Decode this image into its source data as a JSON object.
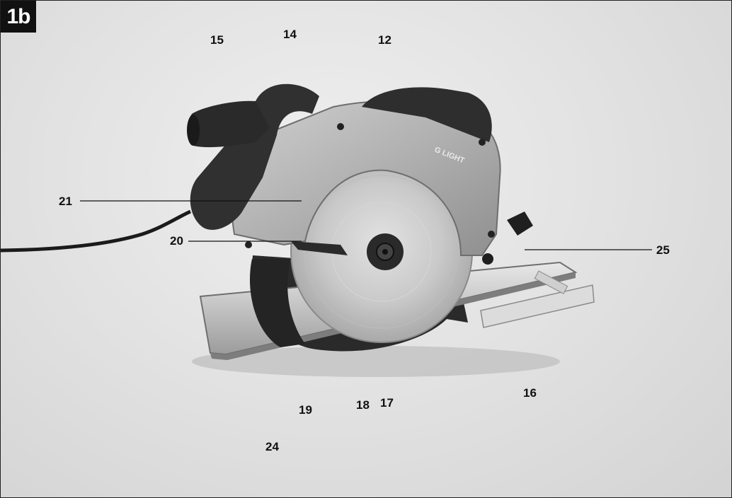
{
  "figure": {
    "badge": "1b",
    "brand_mark": "G LIGHT"
  },
  "callouts": {
    "c12": "12",
    "c14": "14",
    "c15": "15",
    "c16": "16",
    "c17": "17",
    "c18": "18",
    "c19": "19",
    "c20": "20",
    "c21": "21",
    "c24": "24",
    "c25": "25"
  },
  "colors": {
    "housing": "#b3b3b3",
    "blade": "#c8c8c8",
    "rubber": "#2b2b2b",
    "badge_bg": "#111111"
  },
  "icons": [
    "circular-saw-illustration"
  ]
}
